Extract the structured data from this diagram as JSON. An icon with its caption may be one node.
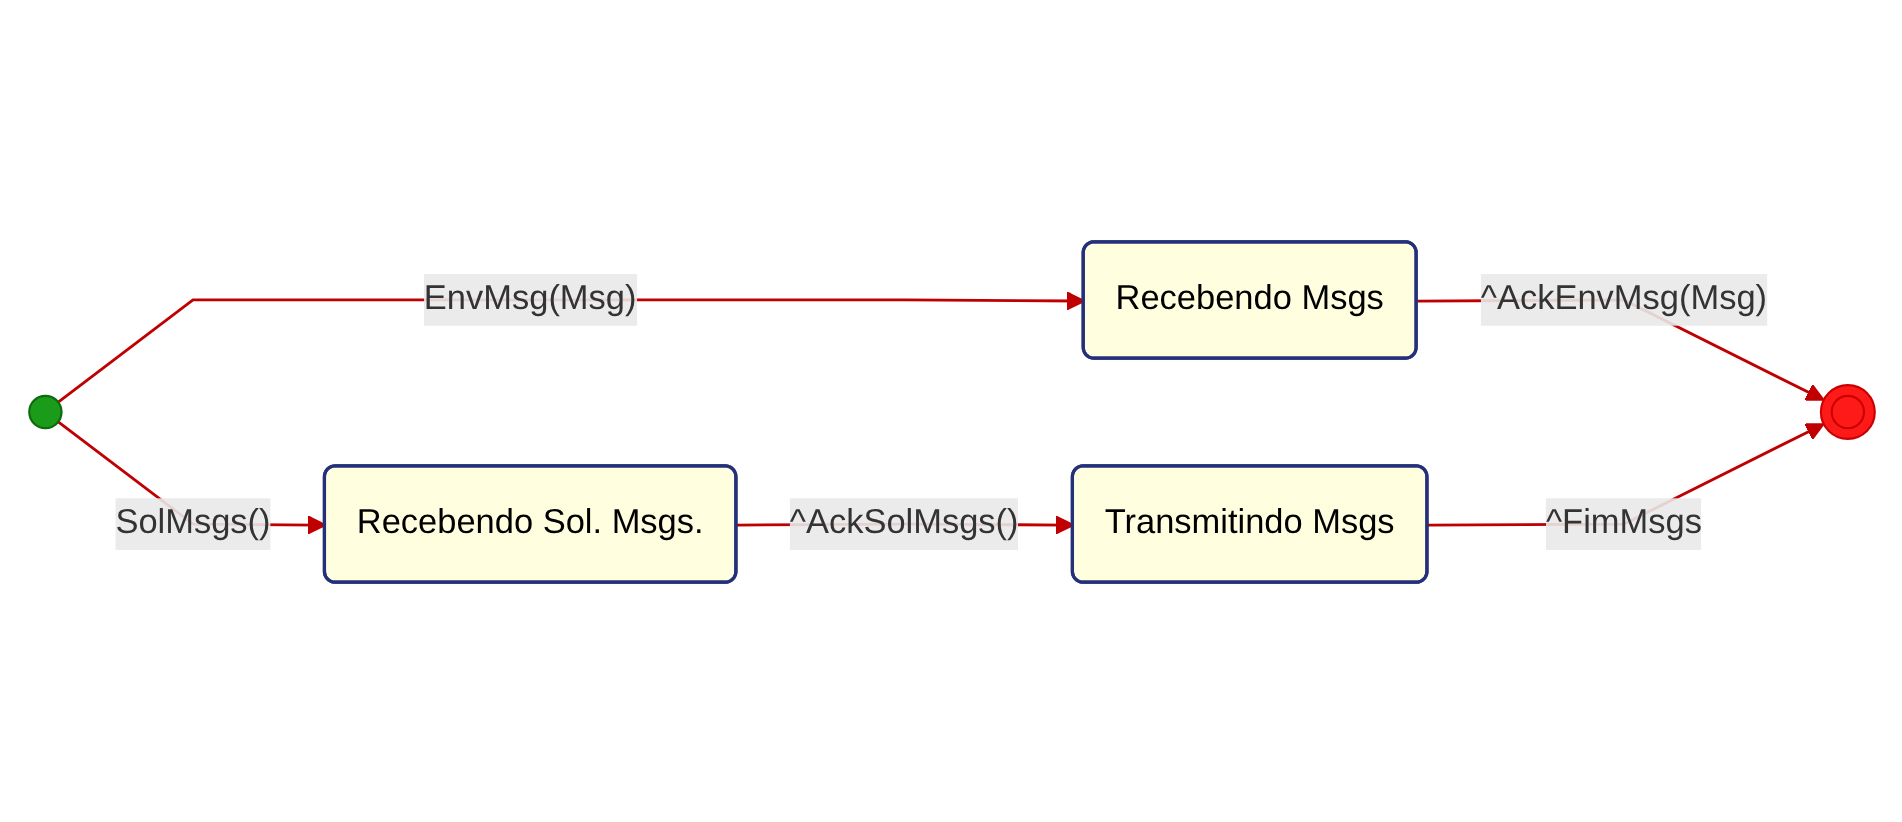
{
  "diagram": {
    "nodes": [
      {
        "text": [],
        "shape": "circle"
      },
      {
        "text": [
          "Recebendo Msgs"
        ]
      },
      {
        "text": [],
        "shape": "circle"
      },
      {
        "text": [
          "Recebendo Sol. Msgs."
        ]
      },
      {
        "text": [
          "Transmitindo Msgs"
        ]
      }
    ],
    "edges": [
      {
        "from": 0,
        "to": 1,
        "arrow": "to",
        "label": "EnvMsg(Msg)"
      },
      {
        "from": 1,
        "to": 2,
        "arrow": "to",
        "label": "^AckEnvMsg(Msg)"
      },
      {
        "from": 0,
        "to": 3,
        "arrow": "to",
        "label": "SolMsgs()"
      },
      {
        "from": 3,
        "to": 4,
        "arrow": "to",
        "label": "^AckSolMsgs()"
      },
      {
        "from": 4,
        "to": 2,
        "arrow": "to",
        "label": "^FimMsgs"
      }
    ]
  }
}
